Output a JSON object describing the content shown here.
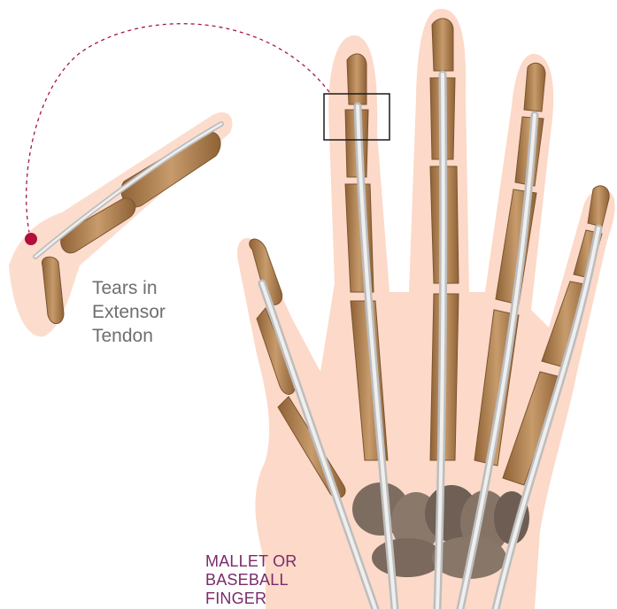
{
  "annotation": {
    "lines": [
      "Tears in",
      "Extensor",
      "Tendon"
    ]
  },
  "title": {
    "lines": [
      "MALLET OR",
      "BASEBALL",
      "FINGER"
    ]
  },
  "colors": {
    "skin": "#fcd9c8",
    "bone": "#b8895a",
    "bone_dark": "#8f6236",
    "tendon": "#d9d9d9",
    "carpal": "#7d6c60",
    "marker": "#b0103a",
    "callout_line": "#a0174a",
    "title": "#7a2a6a"
  },
  "icons": {
    "hand": "hand-anatomy-illustration",
    "finger": "finger-detail-illustration",
    "marker": "tear-marker-icon"
  }
}
